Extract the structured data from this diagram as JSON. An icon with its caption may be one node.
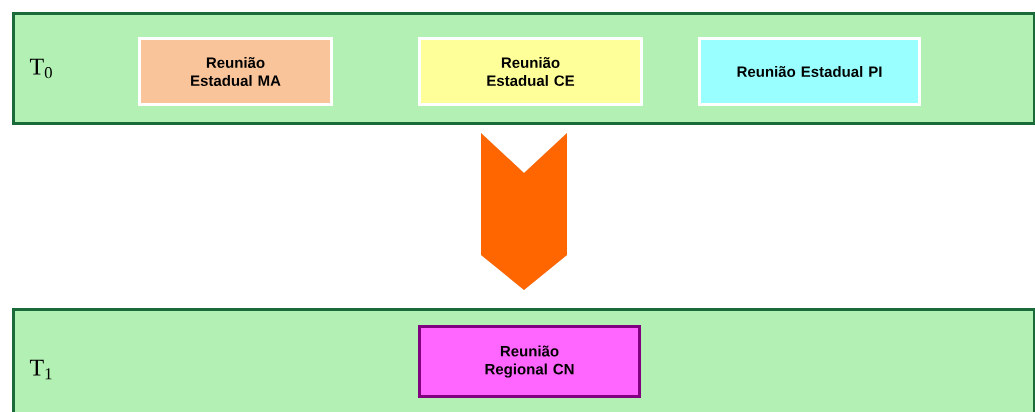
{
  "diagram": {
    "nodes": [
      {
        "text": [
          "T$_{0}$"
        ]
      },
      {
        "text": [
          "Reunião Estadual MA"
        ],
        "in": 0
      },
      {
        "text": [
          "Reunião Estadual CE"
        ],
        "in": 0
      },
      {
        "text": [
          "Reunião Estadual PI"
        ],
        "in": 0
      },
      {
        "text": [
          "T$_{1}$"
        ]
      },
      {
        "text": [
          "Reunião Regional CN"
        ],
        "in": 4
      }
    ],
    "edges": [
      {
        "from": 0,
        "to": 4,
        "arrow": "to"
      }
    ]
  }
}
